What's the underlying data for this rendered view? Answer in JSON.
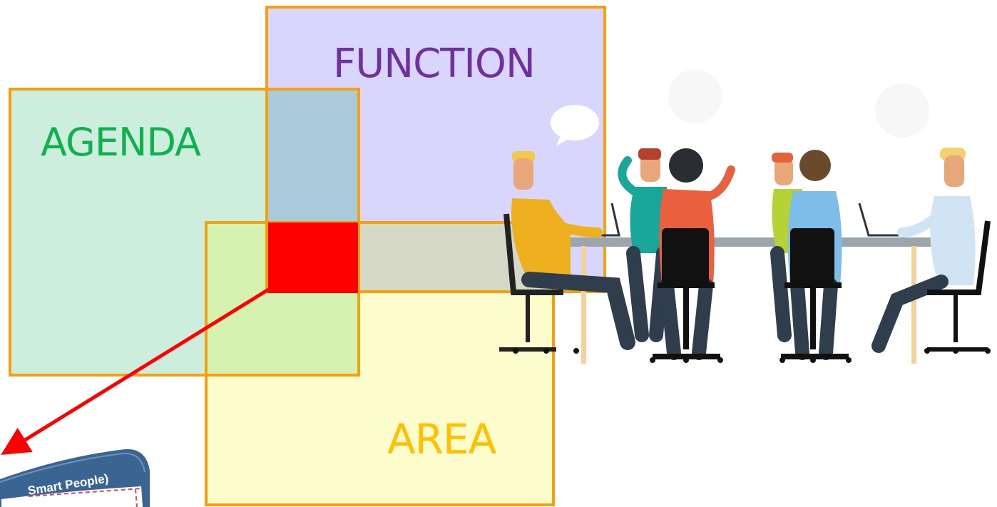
{
  "diagram": {
    "agenda_label": "AGENDA",
    "function_label": "FUNCTION",
    "area_label": "AREA",
    "badge_text": "Smart People)"
  },
  "colors": {
    "agenda_fill": "#cdeedd",
    "function_fill": "#d9d6fe",
    "area_fill": "#fdfccc",
    "border": "#f5a10f",
    "core": "#ff0000",
    "agenda_text": "#10b04f",
    "function_text": "#7030a0",
    "area_text": "#ffc000",
    "badge": "#3a6592"
  }
}
